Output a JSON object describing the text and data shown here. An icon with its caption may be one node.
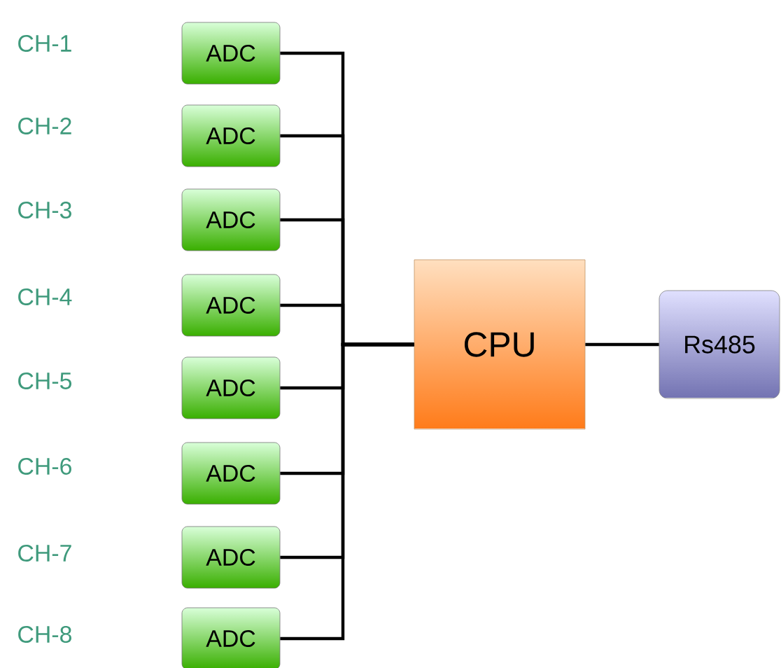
{
  "diagram": {
    "nodes": [
      {
        "text": [
          "ADC"
        ]
      },
      {
        "text": [
          "ADC"
        ]
      },
      {
        "text": [
          "ADC"
        ]
      },
      {
        "text": [
          "ADC"
        ]
      },
      {
        "text": [
          "ADC"
        ]
      },
      {
        "text": [
          "ADC"
        ]
      },
      {
        "text": [
          "ADC"
        ]
      },
      {
        "text": [
          "ADC"
        ]
      },
      {
        "text": [
          "CPU"
        ]
      },
      {
        "text": [
          "Rs485"
        ]
      }
    ],
    "edges": [
      {
        "from": 0,
        "to": 8,
        "arrow": "none"
      },
      {
        "from": 1,
        "to": 8,
        "arrow": "none"
      },
      {
        "from": 2,
        "to": 8,
        "arrow": "none"
      },
      {
        "from": 3,
        "to": 8,
        "arrow": "none"
      },
      {
        "from": 4,
        "to": 8,
        "arrow": "none"
      },
      {
        "from": 5,
        "to": 8,
        "arrow": "none"
      },
      {
        "from": 6,
        "to": 8,
        "arrow": "none"
      },
      {
        "from": 7,
        "to": 8,
        "arrow": "none"
      },
      {
        "from": 8,
        "to": 9,
        "arrow": "none"
      }
    ],
    "labels": [
      "CH-1",
      "CH-2",
      "CH-3",
      "CH-4",
      "CH-5",
      "CH-6",
      "CH-7",
      "CH-8"
    ]
  }
}
